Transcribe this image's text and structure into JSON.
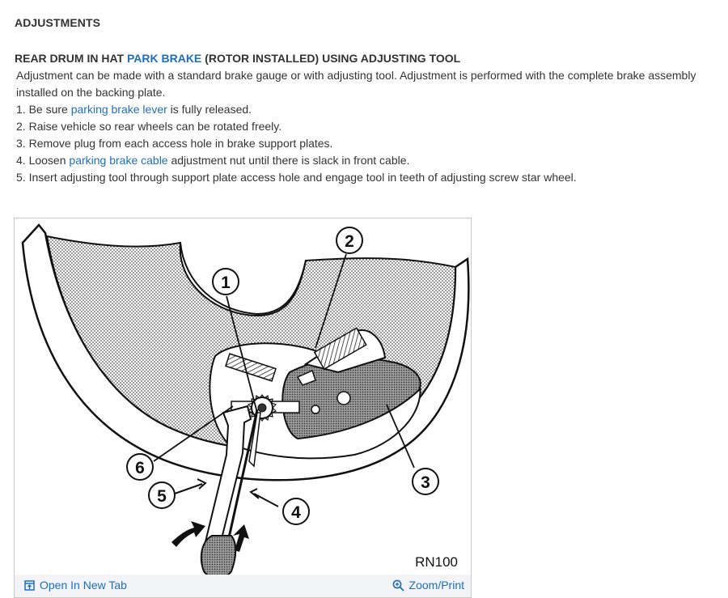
{
  "heading": "ADJUSTMENTS",
  "section": {
    "title_before": "REAR DRUM IN HAT ",
    "title_link": "PARK BRAKE",
    "title_after": " (ROTOR INSTALLED) USING ADJUSTING TOOL",
    "intro": "Adjustment can be made with a standard brake gauge or with adjusting tool. Adjustment is performed with the complete brake assembly installed on the backing plate."
  },
  "steps": [
    {
      "num": "1.",
      "before": "Be sure ",
      "link": "parking brake lever",
      "after": " is fully released."
    },
    {
      "num": "2.",
      "before": "Raise vehicle so rear wheels can be rotated freely.",
      "link": "",
      "after": ""
    },
    {
      "num": "3.",
      "before": "Remove plug from each access hole in brake support plates.",
      "link": "",
      "after": ""
    },
    {
      "num": "4.",
      "before": "Loosen ",
      "link": "parking brake cable",
      "after": " adjustment nut until there is slack in front cable."
    },
    {
      "num": "5.",
      "before": "Insert adjusting tool through support plate access hole and engage tool in teeth of adjusting screw star wheel.",
      "link": "",
      "after": ""
    }
  ],
  "figure": {
    "callouts": [
      "1",
      "2",
      "3",
      "4",
      "5",
      "6"
    ],
    "label": "RN100",
    "open_tab_label": "Open In New Tab",
    "zoom_label": "Zoom/Print",
    "open_icon": "open-in-new-tab-icon",
    "zoom_icon": "magnifier-zoom-icon"
  }
}
